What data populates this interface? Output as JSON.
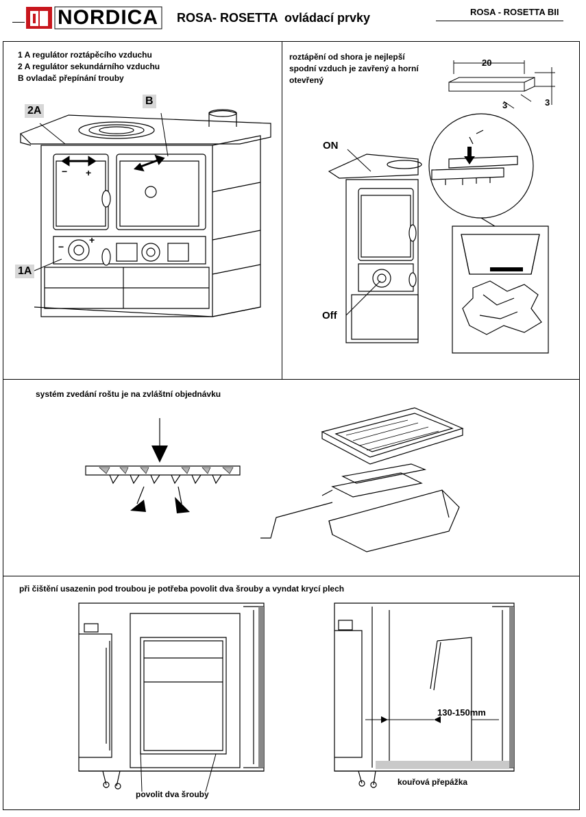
{
  "header": {
    "brand": "NORDICA",
    "title": "ROSA- ROSETTA  ovládací prvky",
    "model": "ROSA - ROSETTA BII"
  },
  "panel1": {
    "legend": [
      "1 A regulátor roztápěcího vzduchu",
      "2 A regulátor sekundárního vzduchu",
      "B ovladač přepínání trouby"
    ],
    "tag_2a": "2A",
    "tag_b": "B",
    "tag_1a": "1A"
  },
  "panel2": {
    "text": [
      "roztápění od shora je nejlepší",
      "spodní vzduch je zavřený a horní",
      "otevřený"
    ],
    "dim_width": "20",
    "dim_side": "3",
    "dim_height": "3",
    "on_label": "ON",
    "off_label": "Off"
  },
  "panel3": {
    "text": "systém zvedání roštu je na zvláštní objednávku"
  },
  "panel4": {
    "text": "při čištění usazenin pod troubou je potřeba povolit dva šrouby a vyndat krycí plech",
    "left_caption": "povolit dva šrouby",
    "dimension": "130-150mm",
    "right_caption": "kouřová přepážka"
  }
}
